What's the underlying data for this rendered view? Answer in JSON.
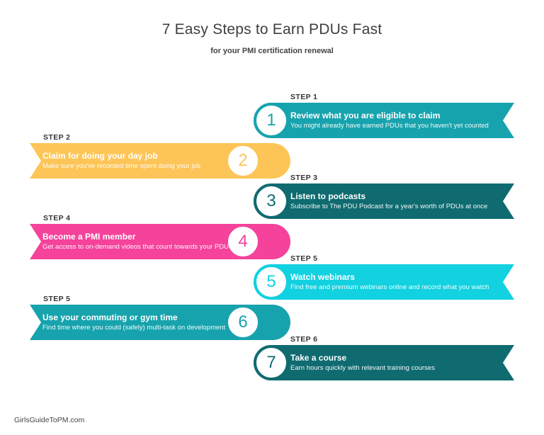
{
  "title": "7 Easy Steps to Earn PDUs Fast",
  "subtitle": "for your PMI certification renewal",
  "footer": "GirlsGuideToPM.com",
  "steps": [
    {
      "step_label": "STEP 1",
      "number": "1",
      "title": "Review what you are eligible to claim",
      "description": "You might already have earned PDUs that you haven't yet counted",
      "color": "#17a3ad",
      "side": "right"
    },
    {
      "step_label": "STEP 2",
      "number": "2",
      "title": "Claim for doing your day job",
      "description": "Make sure you've recorded time spent doing your job",
      "color": "#fdc557",
      "side": "left"
    },
    {
      "step_label": "STEP 3",
      "number": "3",
      "title": "Listen to podcasts",
      "description": "Subscribe to The PDU Podcast for a year's worth of PDUs at once",
      "color": "#0f6b70",
      "side": "right"
    },
    {
      "step_label": "STEP 4",
      "number": "4",
      "title": "Become a PMI member",
      "description": "Get access to on-demand videos that count towards your PDU total",
      "color": "#f5429b",
      "side": "left"
    },
    {
      "step_label": "STEP 5",
      "number": "5",
      "title": "Watch webinars",
      "description": "Find free and premium webinars online and record what you watch",
      "color": "#12d1e0",
      "side": "right"
    },
    {
      "step_label": "STEP 5",
      "number": "6",
      "title": "Use your commuting or gym time",
      "description": "Find time where you could (safely) multi-task on development",
      "color": "#17a3ad",
      "side": "left"
    },
    {
      "step_label": "STEP 6",
      "number": "7",
      "title": "Take a course",
      "description": "Earn hours quickly with relevant training courses",
      "color": "#0f6b70",
      "side": "right"
    }
  ]
}
